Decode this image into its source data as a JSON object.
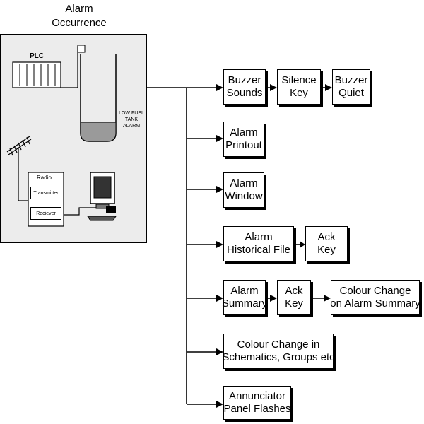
{
  "header": {
    "title_line1": "Alarm",
    "title_line2": "Occurrence"
  },
  "scene": {
    "plc_label": "PLC",
    "tank_label_line1": "LOW FUEL",
    "tank_label_line2": "TANK",
    "tank_label_line3": "ALARM",
    "radio_label": "Radio",
    "transmitter_label": "Transmitter",
    "receiver_label": "Reciever"
  },
  "boxes": {
    "buzzer_sounds": [
      "Buzzer",
      "Sounds"
    ],
    "silence_key": [
      "Silence",
      "Key"
    ],
    "buzzer_quiet": [
      "Buzzer",
      "Quiet"
    ],
    "alarm_printout": [
      "Alarm",
      "Printout"
    ],
    "alarm_window": [
      "Alarm",
      "Window"
    ],
    "alarm_historical_file": [
      "Alarm",
      "Historical File"
    ],
    "ack_key_1": [
      "Ack",
      "Key"
    ],
    "alarm_summary": [
      "Alarm",
      "Summary"
    ],
    "ack_key_2": [
      "Ack",
      "Key"
    ],
    "colour_change_summary": [
      "Colour Change",
      "on Alarm Summary"
    ],
    "colour_change_schematics": [
      "Colour Change in",
      "Schematics, Groups etc"
    ],
    "annunciator": [
      "Annunciator",
      "Panel Flashes"
    ]
  }
}
